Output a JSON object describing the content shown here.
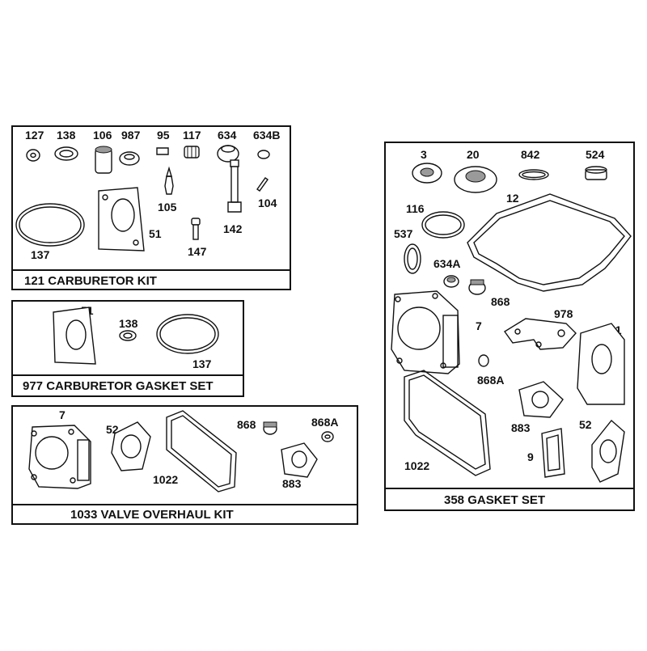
{
  "kits": [
    {
      "title": "121 CARBURETOR KIT",
      "parts": [
        "127",
        "138",
        "106",
        "987",
        "95",
        "117",
        "634",
        "634B",
        "105",
        "104",
        "142",
        "51",
        "137",
        "147"
      ]
    },
    {
      "title": "977 CARBURETOR GASKET SET",
      "parts": [
        "51",
        "138",
        "137"
      ]
    },
    {
      "title": "1033 VALVE OVERHAUL KIT",
      "parts": [
        "7",
        "52",
        "868",
        "868A",
        "1022",
        "883"
      ]
    },
    {
      "title": "358 GASKET SET",
      "parts": [
        "3",
        "20",
        "842",
        "524",
        "116",
        "12",
        "537",
        "634A",
        "868",
        "978",
        "7",
        "51",
        "868A",
        "883",
        "52",
        "9",
        "1022"
      ]
    }
  ]
}
